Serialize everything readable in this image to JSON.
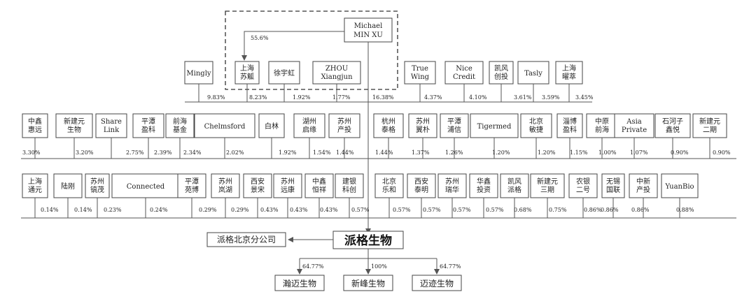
{
  "founder": {
    "label": [
      "Michael",
      "MIN XU"
    ],
    "pct_to_sushen": "55.6%"
  },
  "row1": [
    {
      "label": [
        "Mingly"
      ],
      "pct": "9.83%"
    },
    {
      "label": [
        "上海",
        "苏觚"
      ],
      "pct": "8.23%"
    },
    {
      "label": [
        "徐宇虹"
      ],
      "pct": "1.92%"
    },
    {
      "label": [
        "ZHOU",
        "Xiangjun"
      ],
      "pct": "1.77%"
    },
    {
      "label": [],
      "pct": "16.38%"
    },
    {
      "label": [
        "True",
        "Wing"
      ],
      "pct": "4.37%"
    },
    {
      "label": [
        "Nice",
        "Credit"
      ],
      "pct": "4.10%"
    },
    {
      "label": [
        "凯风",
        "创投"
      ],
      "pct": "3.61%"
    },
    {
      "label": [
        "Tasly"
      ],
      "pct": "3.59%"
    },
    {
      "label": [
        "上海",
        "曜萃"
      ],
      "pct": "3.45%"
    }
  ],
  "row2": [
    {
      "label": [
        "中鑫",
        "惠远"
      ],
      "pct": "3.30%"
    },
    {
      "label": [
        "新建元",
        "生物"
      ],
      "pct": "3.20%"
    },
    {
      "label": [
        "Share",
        "Link"
      ],
      "pct": "2.75%"
    },
    {
      "label": [
        "平潭",
        "盈科"
      ],
      "pct": "2.39%"
    },
    {
      "label": [
        "前海",
        "基金"
      ],
      "pct": "2.34%"
    },
    {
      "label": [
        "Chelmsford"
      ],
      "pct": "2.02%"
    },
    {
      "label": [
        "白林"
      ],
      "pct": "1.92%"
    },
    {
      "label": [
        "湖州",
        "启缘"
      ],
      "pct": "1.54%"
    },
    {
      "label": [
        "苏州",
        "产投"
      ],
      "pct": "1.44%"
    },
    {
      "label": [
        "杭州",
        "泰格"
      ],
      "pct": "1.44%"
    },
    {
      "label": [
        "苏州",
        "翼朴"
      ],
      "pct": "1.37%"
    },
    {
      "label": [
        "平潭",
        "浦信"
      ],
      "pct": "1.26%"
    },
    {
      "label": [
        "Tigermed"
      ],
      "pct": "1.20%"
    },
    {
      "label": [
        "北京",
        "敏捷"
      ],
      "pct": "1.20%"
    },
    {
      "label": [
        "淄博",
        "盈科"
      ],
      "pct": "1.15%"
    },
    {
      "label": [
        "中原",
        "前海"
      ],
      "pct": "1.00%"
    },
    {
      "label": [
        "Asia",
        "Private"
      ],
      "pct": "1.07%"
    },
    {
      "label": [
        "石河子",
        "鑫悦"
      ],
      "pct": "0.90%"
    },
    {
      "label": [
        "新建元",
        "二期"
      ],
      "pct": "0.90%"
    }
  ],
  "row3": [
    {
      "label": [
        "上海",
        "通元"
      ],
      "pct": "0.14%"
    },
    {
      "label": [
        "陆刚"
      ],
      "pct": "0.14%"
    },
    {
      "label": [
        "苏州",
        "镐茂"
      ],
      "pct": "0.23%"
    },
    {
      "label": [
        "Connected"
      ],
      "pct": "0.24%"
    },
    {
      "label": [
        "平潭",
        "苑博"
      ],
      "pct": "0.29%"
    },
    {
      "label": [
        "苏州",
        "岚湖"
      ],
      "pct": "0.29%"
    },
    {
      "label": [
        "西安",
        "景宋"
      ],
      "pct": "0.43%"
    },
    {
      "label": [
        "苏州",
        "远康"
      ],
      "pct": "0.43%"
    },
    {
      "label": [
        "中鑫",
        "恒祥"
      ],
      "pct": "0.43%"
    },
    {
      "label": [
        "建银",
        "科创"
      ],
      "pct": "0.57%"
    },
    {
      "label": [
        "北京",
        "乐和"
      ],
      "pct": "0.57%"
    },
    {
      "label": [
        "西安",
        "泰明"
      ],
      "pct": "0.57%"
    },
    {
      "label": [
        "苏州",
        "瑞华"
      ],
      "pct": "0.57%"
    },
    {
      "label": [
        "华鑫",
        "投资"
      ],
      "pct": "0.57%"
    },
    {
      "label": [
        "凯风",
        "派格"
      ],
      "pct": "0.68%"
    },
    {
      "label": [
        "新建元",
        "三期"
      ],
      "pct": "0.75%"
    },
    {
      "label": [
        "农银",
        "二号"
      ],
      "pct": "0.86%"
    },
    {
      "label": [
        "无锡",
        "国联"
      ],
      "pct": "0.86%"
    },
    {
      "label": [
        "中新",
        "产投"
      ],
      "pct": "0.86%"
    },
    {
      "label": [
        "YuanBio"
      ],
      "pct": "0.88%"
    }
  ],
  "company": {
    "name": "派格生物",
    "branch": "派格北京分公司"
  },
  "subsidiaries": [
    {
      "name": "瀚迈生物",
      "pct": "64.77%"
    },
    {
      "name": "新峰生物",
      "pct": "100%"
    },
    {
      "name": "迈迹生物",
      "pct": "64.77%"
    }
  ]
}
